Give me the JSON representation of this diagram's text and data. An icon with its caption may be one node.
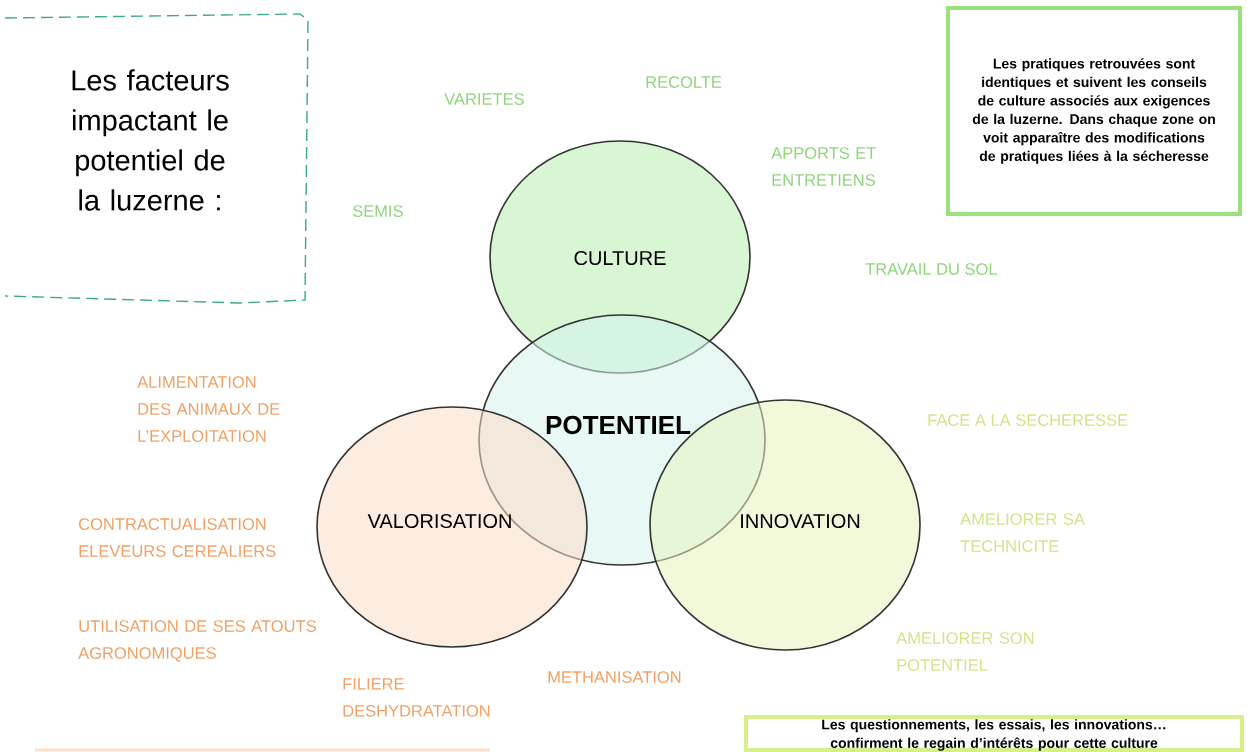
{
  "diagram": {
    "nodes": [
      {
        "text": [
          "Les facteurs impactant le potentiel de la luzerne :"
        ]
      },
      {
        "text": [
          "CULTURE"
        ]
      },
      {
        "text": [
          "POTENTIEL"
        ]
      },
      {
        "text": [
          "VALORISATION"
        ]
      },
      {
        "text": [
          "INNOVATION"
        ]
      },
      {
        "text": [
          "Les pratiques retrouvées sont identiques et suivent les conseils de culture associés aux exigences de la luzerne. Dans chaque zone on voit apparaître des modifications de pratiques liées à la sécheresse"
        ]
      },
      {
        "text": [
          "Les questionnements, les essais, les innovations… confirment le regain d’intérêts pour cette culture"
        ]
      }
    ],
    "labels": [
      "RECOLTE",
      "VARIETES",
      "APPORTS ET ENTRETIENS",
      "SEMIS",
      "TRAVAIL DU SOL",
      "ALIMENTATION DES ANIMAUX DE L’EXPLOITATION",
      "CONTRACTUALISATION ELEVEURS CEREALIERS",
      "UTILISATION DE SES ATOUTS AGRONOMIQUES",
      "FILIERE DESHYDRATATION",
      "METHANISATION",
      "FACE A LA SECHERESSE",
      "AMELIORER SA TECHNICITE",
      "AMELIORER SON POTENTIEL"
    ]
  }
}
